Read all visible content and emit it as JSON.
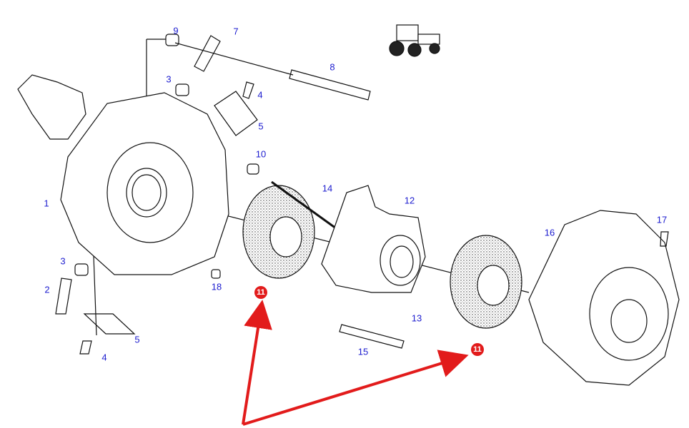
{
  "diagram": {
    "labels": [
      {
        "id": "9",
        "text": "9"
      },
      {
        "id": "7",
        "text": "7"
      },
      {
        "id": "8",
        "text": "8"
      },
      {
        "id": "3a",
        "text": "3"
      },
      {
        "id": "4a",
        "text": "4"
      },
      {
        "id": "5a",
        "text": "5"
      },
      {
        "id": "10",
        "text": "10"
      },
      {
        "id": "1",
        "text": "1"
      },
      {
        "id": "14",
        "text": "14"
      },
      {
        "id": "12",
        "text": "12"
      },
      {
        "id": "17",
        "text": "17"
      },
      {
        "id": "16",
        "text": "16"
      },
      {
        "id": "3b",
        "text": "3"
      },
      {
        "id": "2",
        "text": "2"
      },
      {
        "id": "18",
        "text": "18"
      },
      {
        "id": "5b",
        "text": "5"
      },
      {
        "id": "4b",
        "text": "4"
      },
      {
        "id": "13",
        "text": "13"
      },
      {
        "id": "15",
        "text": "15"
      }
    ],
    "highlight": {
      "part": "11",
      "color": "#e21b1b"
    },
    "label_color": "#1c1ccf",
    "icons": [
      "tractor-icon"
    ]
  }
}
